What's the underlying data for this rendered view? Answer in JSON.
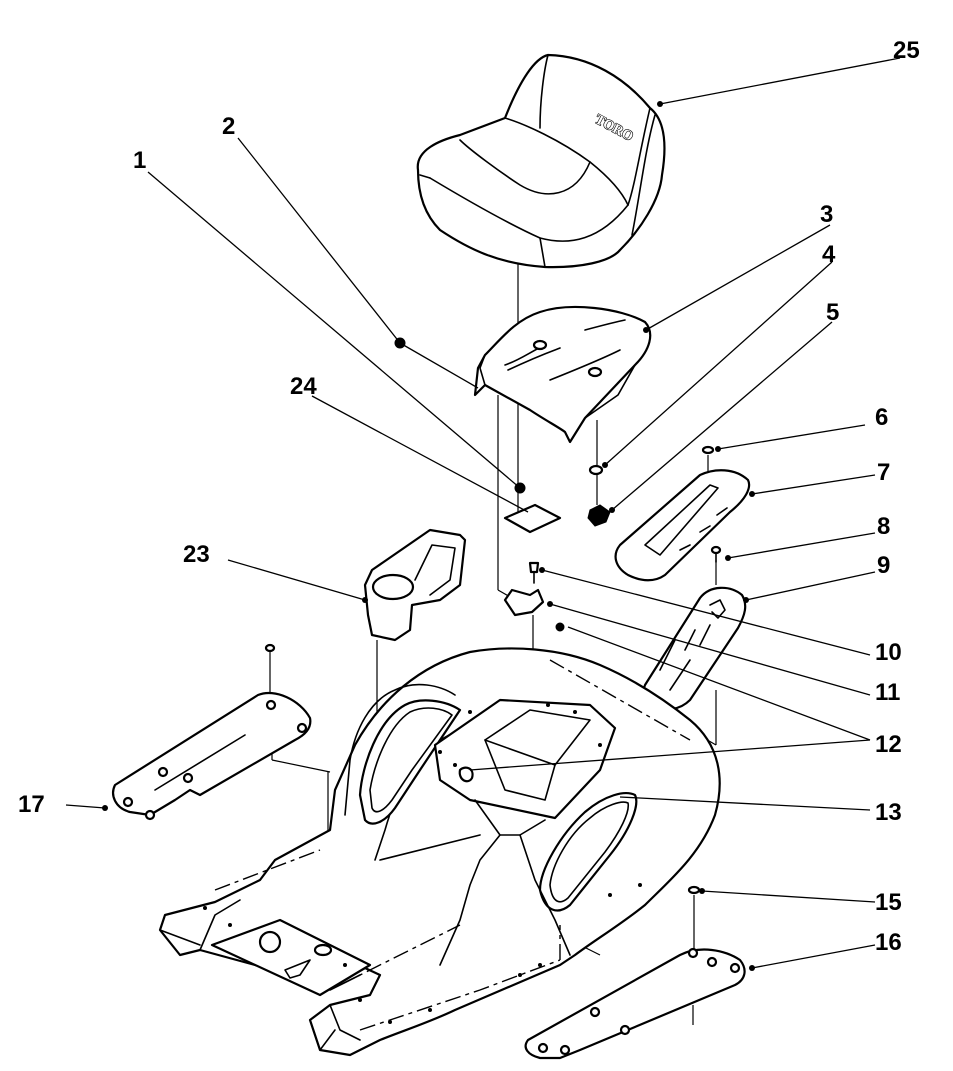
{
  "diagram": {
    "logo_text": "TORO",
    "callouts": [
      {
        "id": "c1",
        "label": "1"
      },
      {
        "id": "c2",
        "label": "2"
      },
      {
        "id": "c3",
        "label": "3"
      },
      {
        "id": "c4",
        "label": "4"
      },
      {
        "id": "c5",
        "label": "5"
      },
      {
        "id": "c6",
        "label": "6"
      },
      {
        "id": "c7",
        "label": "7"
      },
      {
        "id": "c8",
        "label": "8"
      },
      {
        "id": "c9",
        "label": "9"
      },
      {
        "id": "c10",
        "label": "10"
      },
      {
        "id": "c11",
        "label": "11"
      },
      {
        "id": "c12",
        "label": "12"
      },
      {
        "id": "c13",
        "label": "13"
      },
      {
        "id": "c15",
        "label": "15"
      },
      {
        "id": "c16",
        "label": "16"
      },
      {
        "id": "c17",
        "label": "17"
      },
      {
        "id": "c23",
        "label": "23"
      },
      {
        "id": "c24",
        "label": "24"
      },
      {
        "id": "c25",
        "label": "25"
      }
    ]
  }
}
